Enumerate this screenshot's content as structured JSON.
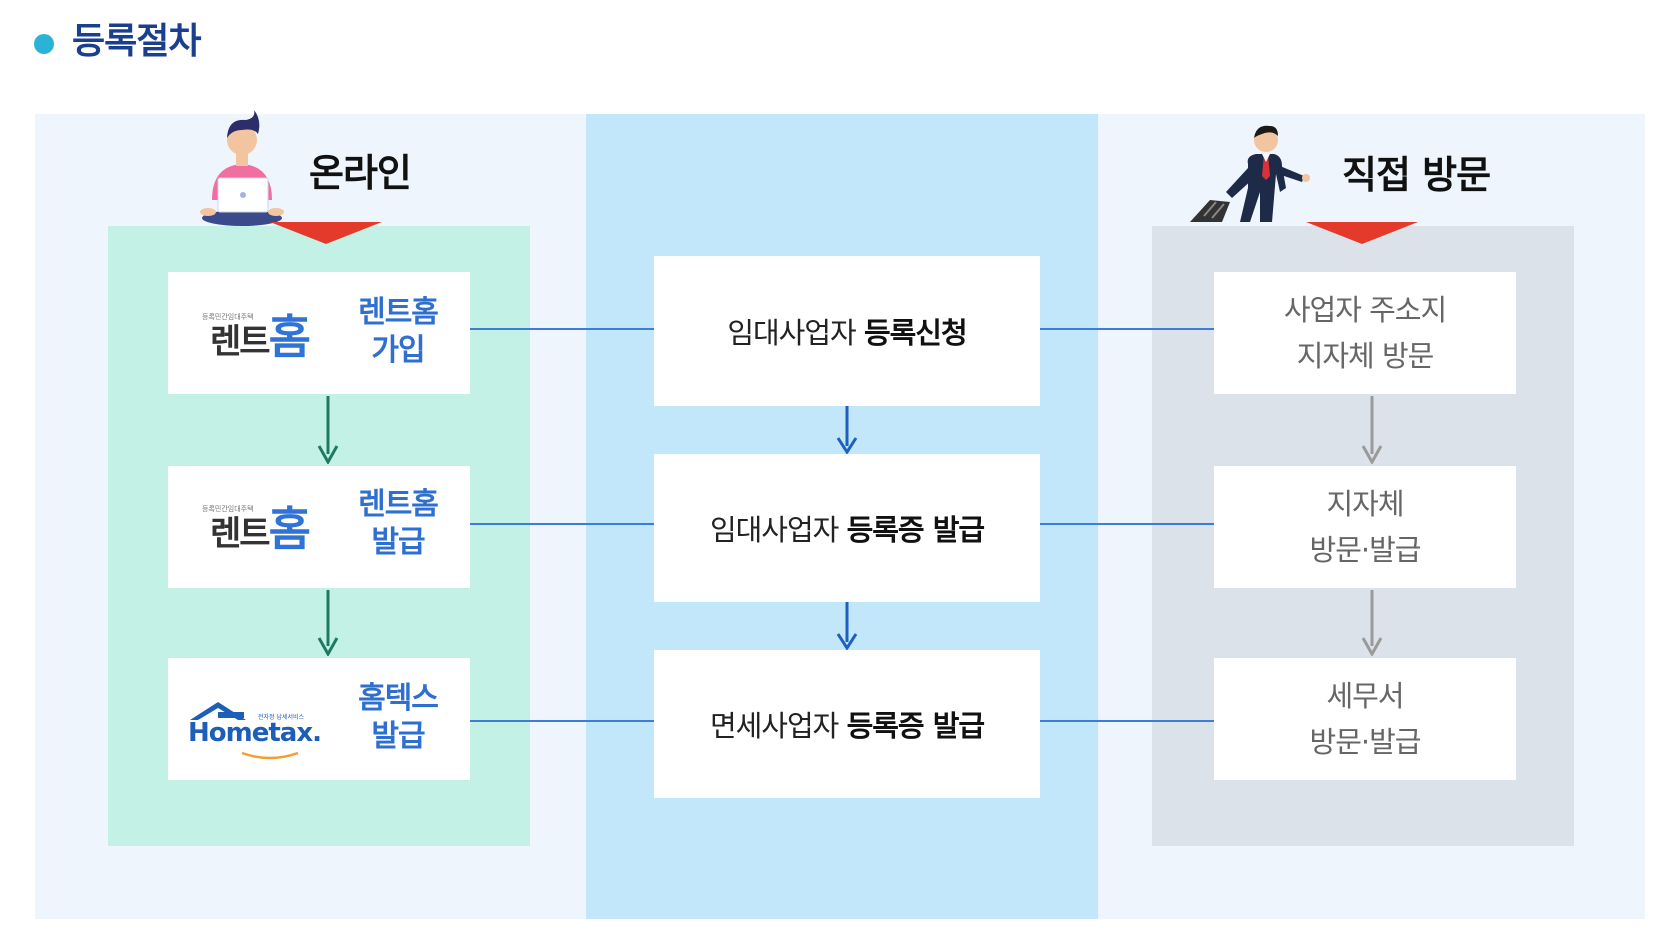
{
  "heading": {
    "title": "등록절차"
  },
  "online": {
    "title": "온라인",
    "steps": [
      {
        "logo_text": "렌트",
        "logo_text2": "홈",
        "logo_tagline": "등록민간임대주택",
        "label_line1": "렌트홈",
        "label_line2": "가입"
      },
      {
        "logo_text": "렌트",
        "logo_text2": "홈",
        "logo_tagline": "등록민간임대주택",
        "label_line1": "렌트홈",
        "label_line2": "발급"
      },
      {
        "logo_text": "Hometax.",
        "logo_tagline": "전자정 납세서비스",
        "label_line1": "홈텍스",
        "label_line2": "발급"
      }
    ]
  },
  "center": {
    "steps": [
      {
        "normal": "임대사업자 ",
        "bold": "등록신청"
      },
      {
        "normal": "임대사업자 ",
        "bold": "등록증 발급"
      },
      {
        "normal": "면세사업자 ",
        "bold": "등록증 발급"
      }
    ]
  },
  "visit": {
    "title": "직접 방문",
    "steps": [
      {
        "line1": "사업자 주소지",
        "line2": "지자체 방문"
      },
      {
        "line1": "지자체",
        "line2": "방문·발급"
      },
      {
        "line1": "세무서",
        "line2": "방문·발급"
      }
    ]
  },
  "colors": {
    "heading": "#1b3f8f",
    "online_panel": "#c4f1e6",
    "center_band": "#c2e6fa",
    "visit_panel": "#dce2ea",
    "triangle": "#e33a2c",
    "connector": "#3b7dd8",
    "online_arrow": "#1f7a62",
    "center_arrow": "#1f5fc0",
    "visit_arrow": "#9a9a9a"
  },
  "icons": [
    "person-laptop-icon",
    "businessman-walking-icon",
    "house-roof-icon"
  ]
}
